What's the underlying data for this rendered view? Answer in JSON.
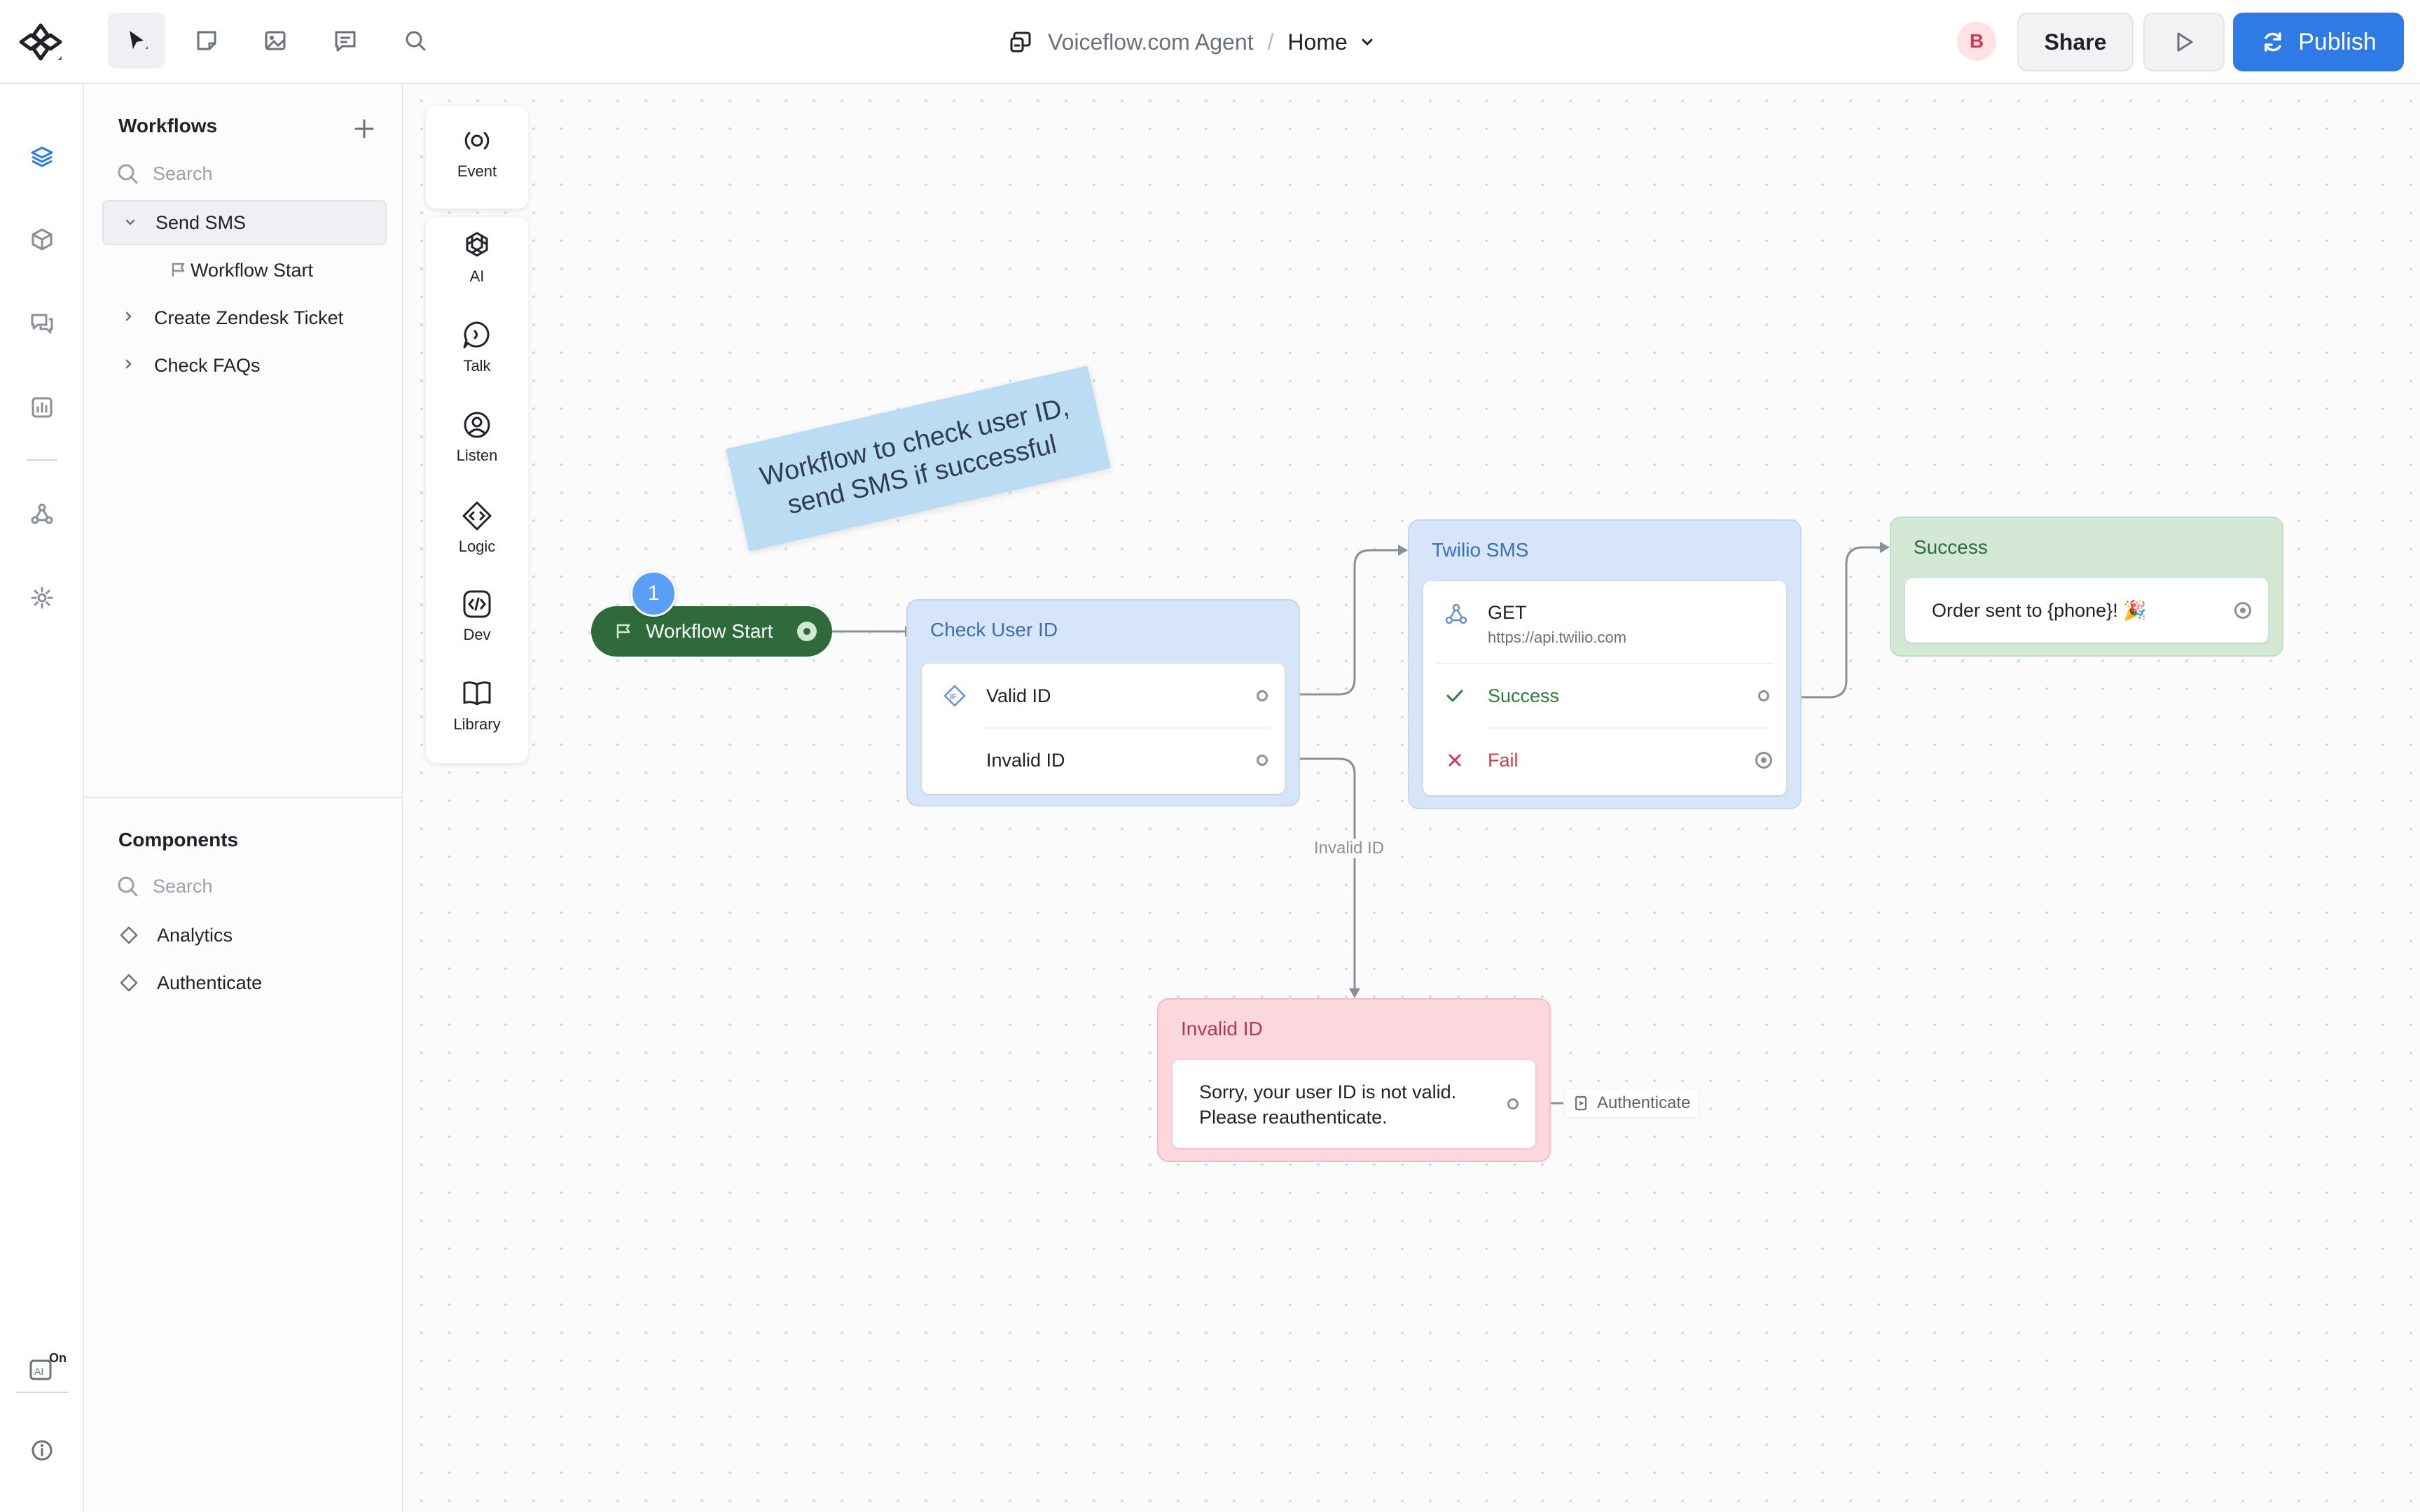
{
  "topbar": {
    "project_name": "Voiceflow.com Agent",
    "separator": "/",
    "page_name": "Home",
    "avatar_initial": "B",
    "share_label": "Share",
    "publish_label": "Publish"
  },
  "sidebar": {
    "workflows_title": "Workflows",
    "workflows_search_placeholder": "Search",
    "workflows": [
      {
        "label": "Send SMS",
        "expanded": true,
        "children": [
          {
            "label": "Workflow Start"
          }
        ]
      },
      {
        "label": "Create Zendesk Ticket",
        "expanded": false
      },
      {
        "label": "Check FAQs",
        "expanded": false
      }
    ],
    "components_title": "Components",
    "components_search_placeholder": "Search",
    "components": [
      {
        "label": "Analytics"
      },
      {
        "label": "Authenticate"
      }
    ]
  },
  "blockbar": {
    "items": [
      {
        "label": "Event",
        "icon": "event-icon"
      },
      {
        "label": "AI",
        "icon": "ai-icon"
      },
      {
        "label": "Talk",
        "icon": "talk-icon"
      },
      {
        "label": "Listen",
        "icon": "listen-icon"
      },
      {
        "label": "Logic",
        "icon": "logic-icon"
      },
      {
        "label": "Dev",
        "icon": "dev-icon"
      },
      {
        "label": "Library",
        "icon": "library-icon"
      }
    ]
  },
  "canvas": {
    "note_text": "Workflow to check user ID, send SMS if successful",
    "start": {
      "badge": "1",
      "label": "Workflow Start"
    },
    "check_node": {
      "title": "Check User ID",
      "rows": [
        "Valid ID",
        "Invalid ID"
      ]
    },
    "twilio_node": {
      "title": "Twilio SMS",
      "method": "GET",
      "url": "https://api.twilio.com",
      "success": "Success",
      "fail": "Fail"
    },
    "success_node": {
      "title": "Success",
      "text": "Order sent to {phone}! 🎉"
    },
    "invalid_node": {
      "title": "Invalid ID",
      "text_line1": "Sorry, your user ID is not valid.",
      "text_line2": "Please reauthenticate."
    },
    "edge_label": "Invalid ID",
    "component_ref": "Authenticate"
  },
  "colors": {
    "accent": "#2f7be5",
    "start_green": "#2e6a3a",
    "node_blue": "#d7e5f8",
    "node_green": "#d3e9d6",
    "node_pink": "#fcd7dd",
    "success_text": "#2e7d3a",
    "fail_text": "#d0384d"
  }
}
